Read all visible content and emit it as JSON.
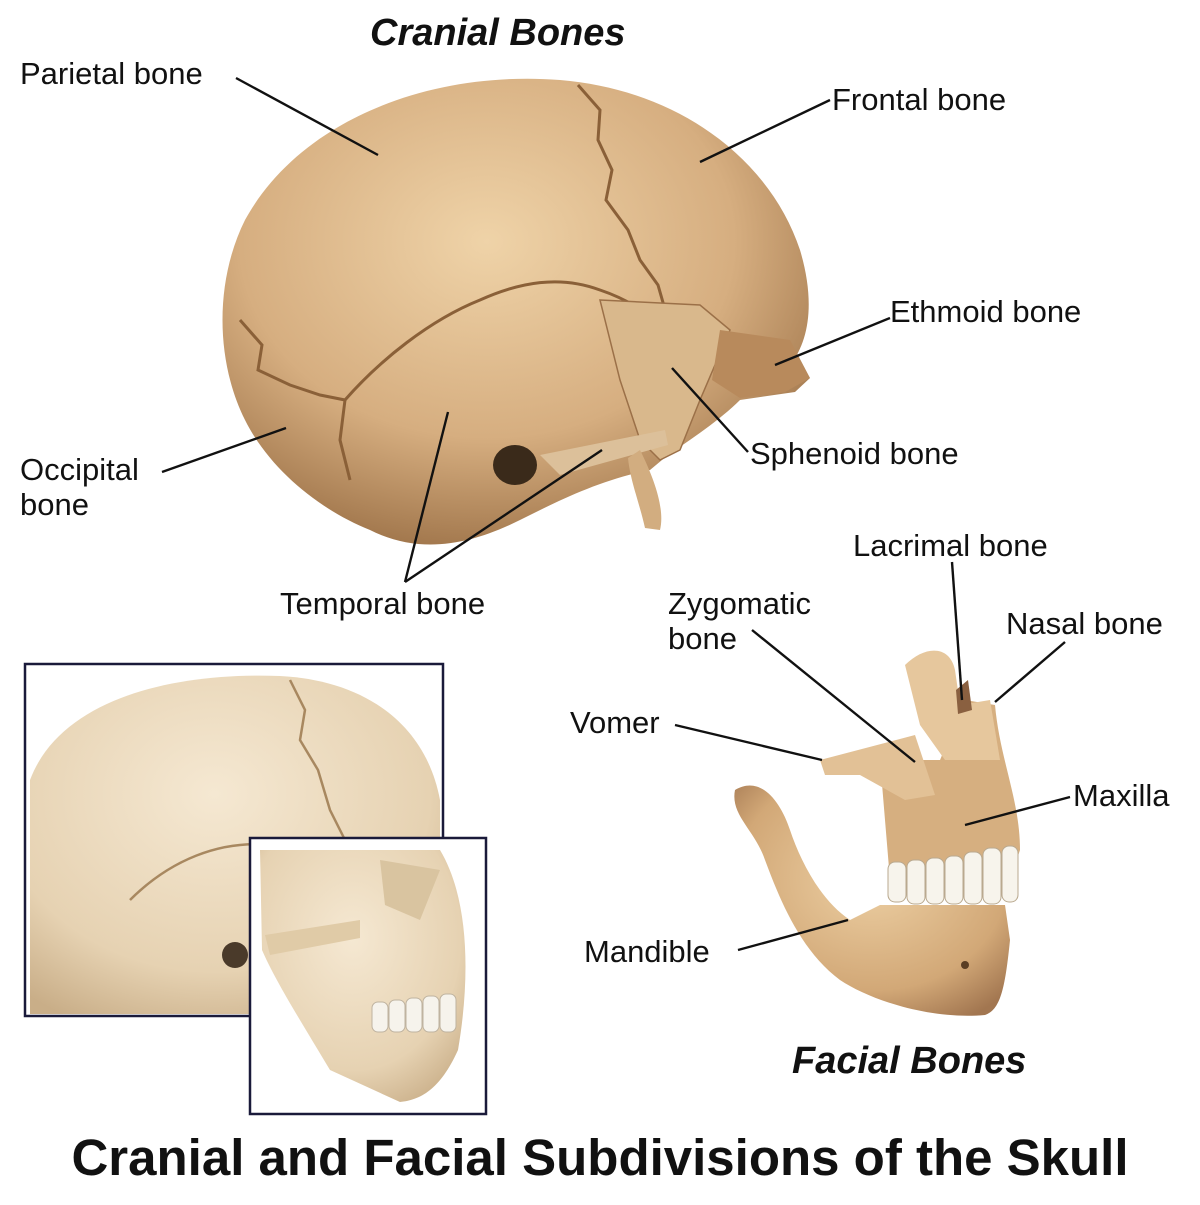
{
  "title": "Cranial and Facial Subdivisions of the Skull",
  "headings": {
    "cranial": "Cranial Bones",
    "facial": "Facial Bones"
  },
  "labels": {
    "parietal": "Parietal bone",
    "frontal": "Frontal bone",
    "ethmoid": "Ethmoid bone",
    "sphenoid": "Sphenoid bone",
    "occipital": "Occipital\nbone",
    "temporal": "Temporal bone",
    "lacrimal": "Lacrimal bone",
    "zygomatic": "Zygomatic\nbone",
    "nasal": "Nasal bone",
    "vomer": "Vomer",
    "maxilla": "Maxilla",
    "mandible": "Mandible"
  },
  "colors": {
    "bone": "#d8b48a",
    "bone_shadow": "#a67c52",
    "bone_light": "#ecd3ad",
    "pale_bone": "#efe1c8",
    "teeth": "#f4f0e6",
    "inset_border": "#1a1a3a"
  }
}
